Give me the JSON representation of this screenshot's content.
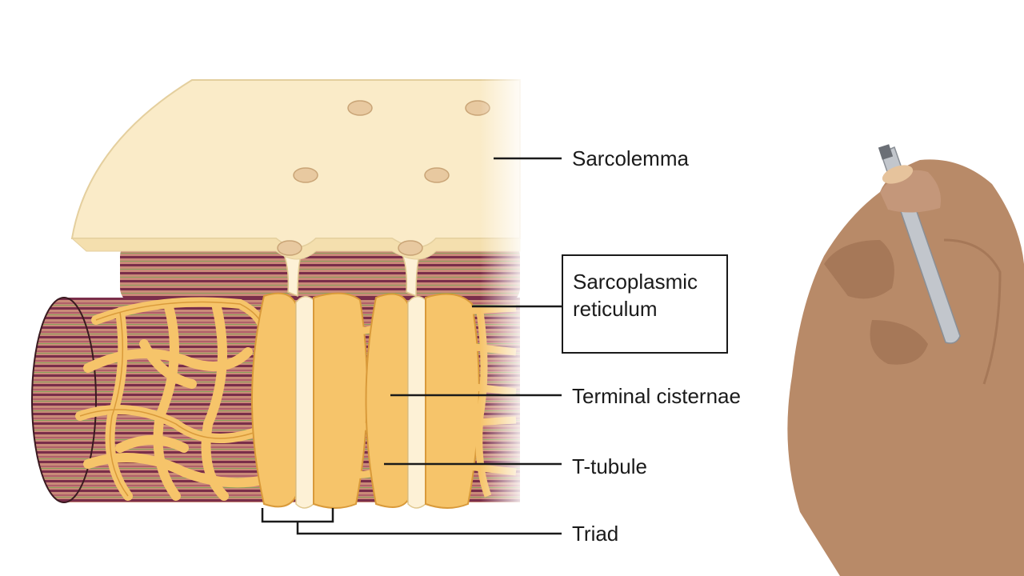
{
  "labels": {
    "sarcolemma": "Sarcolemma",
    "sr_line1": "Sarcoplasmic",
    "sr_line2": "reticulum",
    "terminal_cisternae": "Terminal cisternae",
    "t_tubule": "T-tubule",
    "triad": "Triad"
  },
  "colors": {
    "sarcolemma": "#faebc8",
    "reticulum": "#f6c46a",
    "reticulum_stroke": "#d99a3a",
    "myofibril": "#c98a78",
    "myofibril_stripe": "#7a2e4a",
    "t_tubule": "#fdf1d6"
  }
}
